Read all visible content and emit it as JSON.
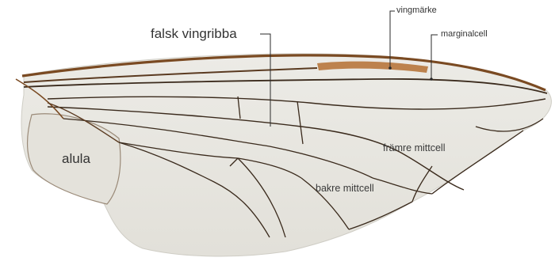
{
  "labels": {
    "false_vein": "falsk vingribba",
    "pterostigma": "vingmärke",
    "marginal_cell": "marginalcell",
    "alula": "alula",
    "anterior_median_cell": "främre mittcell",
    "posterior_median_cell": "bakre mittcell"
  },
  "colors": {
    "membrane": "#e7e6e1",
    "membrane_shade": "#dcdad3",
    "vein": "#3a2a1c",
    "costa": "#7a4a22",
    "pterostigma": "#b8773c",
    "leader_line": "#2a2a2a"
  }
}
